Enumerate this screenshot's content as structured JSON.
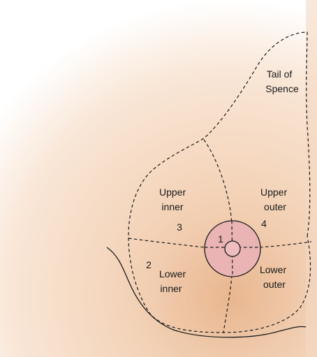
{
  "labels": {
    "tail": [
      "Tail of",
      "Spence"
    ],
    "upper_inner": [
      "Upper",
      "inner"
    ],
    "upper_outer": [
      "Upper",
      "outer"
    ],
    "lower_inner": [
      "Lower",
      "inner"
    ],
    "lower_outer": [
      "Lower",
      "outer"
    ]
  },
  "quadrant_numbers": {
    "n1": "1",
    "n2": "2",
    "n3": "3",
    "n4": "4"
  },
  "colors": {
    "skin": "#f2d6bf",
    "skin_light": "#fbf0e6",
    "skin_dark": "#e8b98f",
    "areola": "#e9b4b3",
    "nipple": "#efbdbd",
    "line": "#1a1a1a"
  }
}
